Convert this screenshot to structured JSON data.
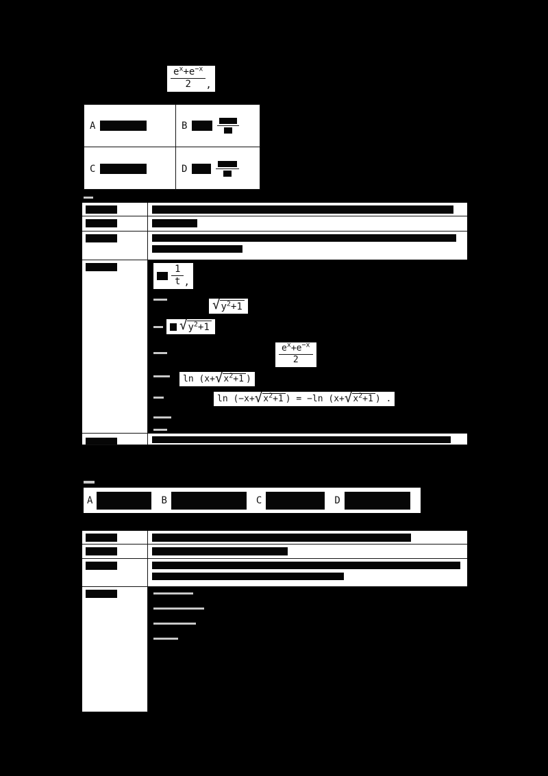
{
  "palette": {
    "page_bg": "#000000",
    "paper": "#ffffff",
    "ink": "#111111",
    "redaction": "#060606",
    "faint_mark": "#c9c9c9"
  },
  "option_letters_q1": [
    "A",
    "B",
    "C",
    "D"
  ],
  "option_letters_q2": [
    "A",
    "B",
    "C",
    "D"
  ],
  "formulas": {
    "sqrt_sign": "√",
    "exp_frac": {
      "t1": "e",
      "s1": "x",
      "t2": "+e",
      "s2": "−x",
      "den": "2"
    },
    "top_suffix": ",",
    "recip_t": {
      "num": "1",
      "den": "t",
      "suffix": ","
    },
    "sqrt_y": {
      "body": "y",
      "sup": "2",
      "tail": "+1"
    },
    "ln_pos": {
      "pre": "ln (x+",
      "body": "x",
      "sup": "2",
      "tail": "+1",
      "post": ")"
    },
    "ln_eq": {
      "pre": "ln (−x+",
      "rad1": {
        "body": "x",
        "sup": "2",
        "tail": "+1"
      },
      "mid": ") = −ln (x+",
      "rad2": {
        "body": "x",
        "sup": "2",
        "tail": "+1"
      },
      "end": ") ."
    }
  }
}
